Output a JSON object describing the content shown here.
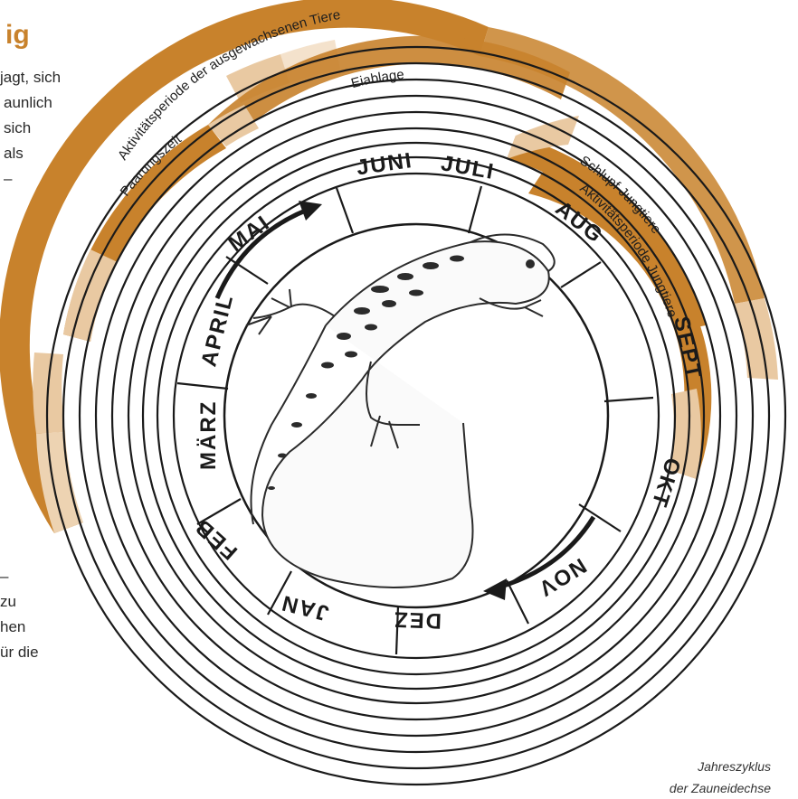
{
  "left_text": {
    "heading_fragment": "ig",
    "top_lines": [
      " jagt, sich",
      "aunlich",
      "sich",
      "als",
      "–"
    ],
    "bottom_lines": [
      "–",
      "zu",
      "hen",
      "ür die"
    ]
  },
  "diagram": {
    "months": [
      "JUNI",
      "JULI",
      "AUG",
      "SEPT",
      "OKT",
      "NOV",
      "DEZ",
      "JAN",
      "FEB",
      "MÄRZ",
      "APRIL",
      "MAI"
    ],
    "ring_labels": {
      "adult_activity": "Aktivitätsperiode der ausgewachsenen Tiere",
      "egg_laying": "Eiablage",
      "mating": "Paarungszeit",
      "hatching": "Schlupf Jungtiere",
      "juvenile_activity": "Aktivitätsperiode Jungtiere"
    },
    "colors": {
      "band_orange": "#c8822c",
      "band_light": "#e9c9a2",
      "outline": "#1a1a1a",
      "lizard_ink": "#2b2b2b"
    },
    "illustration": "lizard-drawing",
    "arrows": [
      "clockwise-arrow-top",
      "clockwise-arrow-bottom"
    ]
  },
  "caption": {
    "line1": "Jahreszyklus",
    "line2": "der Zauneidechse"
  }
}
